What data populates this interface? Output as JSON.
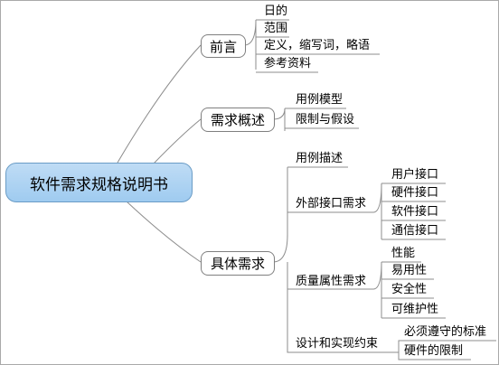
{
  "root": "软件需求规格说明书",
  "branches": {
    "intro": {
      "label": "前言",
      "items": [
        "日的",
        "范围",
        "定义，缩写词，略语",
        "参考资料"
      ]
    },
    "overview": {
      "label": "需求概述",
      "items": [
        "用例模型",
        "限制与假设"
      ]
    },
    "specific": {
      "label": "具体需求",
      "use_case": "用例描述",
      "external": {
        "label": "外部接口需求",
        "items": [
          "用户接口",
          "硬件接口",
          "软件接口",
          "通信接口"
        ]
      },
      "quality": {
        "label": "质量属性需求",
        "items": [
          "性能",
          "易用性",
          "安全性",
          "可维护性"
        ]
      },
      "design": {
        "label": "设计和实现约束",
        "items": [
          "必须遵守的标准",
          "硬件的限制"
        ]
      }
    }
  }
}
